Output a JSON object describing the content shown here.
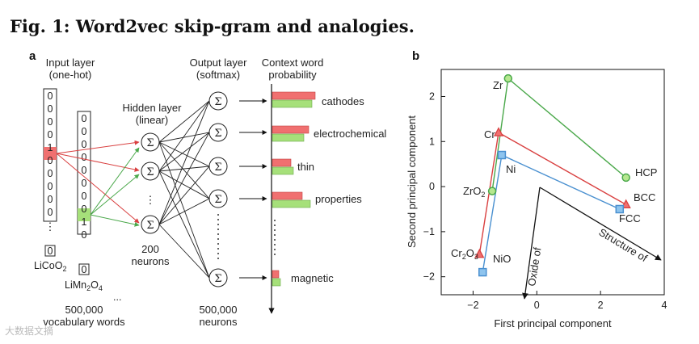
{
  "figure": {
    "title": "Fig. 1: Word2vec skip-gram and analogies.",
    "panel_a": "a",
    "panel_b": "b"
  },
  "diagram": {
    "input_layer": [
      "Input layer",
      "(one-hot)"
    ],
    "hidden_layer": [
      "Hidden layer",
      "(linear)"
    ],
    "output_layer": [
      "Output layer",
      "(softmax)"
    ],
    "context_prob": [
      "Context word",
      "probability"
    ],
    "col1_bits": [
      "0",
      "0",
      "0",
      "0",
      "1",
      "0",
      "0",
      "0",
      "0",
      "0"
    ],
    "col2_bits": [
      "0",
      "0",
      "0",
      "0",
      "0",
      "0",
      "0",
      "0",
      "1",
      "0"
    ],
    "dots": "⋮",
    "ellipsis": "...",
    "col_words": [
      "LiCoO",
      "LiMn",
      "O"
    ],
    "vocab": [
      "500,000",
      "vocabulary words"
    ],
    "hidden_count": [
      "200",
      "neurons"
    ],
    "output_count": [
      "500,000",
      "neurons"
    ],
    "sigma": "Σ",
    "context_words": [
      "cathodes",
      "electrochemical",
      "thin",
      "properties",
      "magnetic"
    ],
    "colors": {
      "red": "#f07070",
      "green": "#a6e07a",
      "red_line": "#d94040",
      "green_line": "#4aa84a"
    }
  },
  "chart_data": {
    "type": "scatter",
    "xlabel": "First principal component",
    "ylabel": "Second principal component",
    "xlim": [
      -3,
      4
    ],
    "ylim": [
      -2.4,
      2.6
    ],
    "xticks": [
      -2,
      0,
      2,
      4
    ],
    "yticks": [
      -2,
      -1,
      0,
      1,
      2
    ],
    "series": [
      {
        "marker": "circle",
        "color": "#4aa84a",
        "points": [
          {
            "label": "Zr",
            "x": -0.9,
            "y": 2.4
          },
          {
            "label": "ZrO",
            "x": -1.4,
            "y": -0.1
          },
          {
            "label": "HCP",
            "x": 2.8,
            "y": 0.2
          }
        ]
      },
      {
        "marker": "triangle",
        "color": "#d94040",
        "points": [
          {
            "label": "Cr",
            "x": -1.2,
            "y": 1.2
          },
          {
            "label": "Cr",
            "x": -1.8,
            "y": -1.5
          },
          {
            "label": "BCC",
            "x": 2.8,
            "y": -0.4
          }
        ]
      },
      {
        "marker": "square",
        "color": "#4a90d0",
        "points": [
          {
            "label": "Ni",
            "x": -1.1,
            "y": 0.7
          },
          {
            "label": "NiO",
            "x": -1.7,
            "y": -1.9
          },
          {
            "label": "FCC",
            "x": 2.6,
            "y": -0.5
          }
        ]
      }
    ],
    "arrows": [
      {
        "label": "Oxide of"
      },
      {
        "label": "Structure of"
      }
    ]
  },
  "watermark": "大数据文摘"
}
